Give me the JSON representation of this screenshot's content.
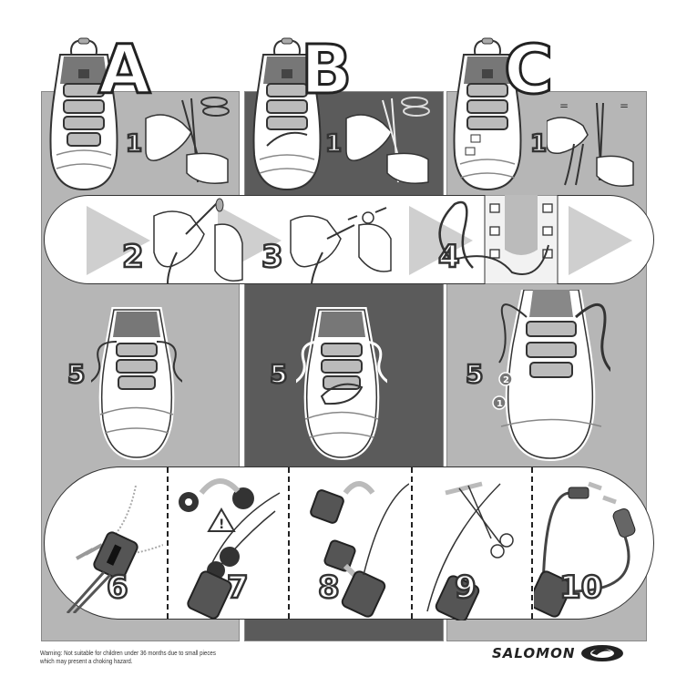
{
  "document": {
    "type": "instruction-sheet",
    "brand": "SALOMON",
    "colors": {
      "light_panel": "#b6b6b6",
      "dark_panel": "#5b5b5b",
      "banner_bg": "#ffffff",
      "outline": "#222222",
      "arrow_tri": "#cfcfcf"
    }
  },
  "columns": [
    {
      "letter": "A",
      "step1": "1",
      "step5": "5",
      "variant": "light"
    },
    {
      "letter": "B",
      "step1": "1",
      "step5": "5",
      "variant": "dark"
    },
    {
      "letter": "C",
      "step1": "1",
      "step5": "5",
      "variant": "light"
    }
  ],
  "banner_top": {
    "steps": [
      {
        "number": "2",
        "illustration": "hands-threading-lace-through-needle"
      },
      {
        "number": "3",
        "illustration": "hands-pulling-lace-end"
      },
      {
        "number": "4",
        "illustration": "lace-loop-through-shoe-eyelets"
      }
    ],
    "arrow_icon": "play-triangle"
  },
  "banner_bottom": {
    "steps": [
      {
        "number": "6",
        "illustration": "lace-lock-slide-up"
      },
      {
        "number": "7",
        "illustration": "gear-swap-with-warning"
      },
      {
        "number": "8",
        "illustration": "lock-cap-insert"
      },
      {
        "number": "9",
        "illustration": "scissors-cut-lace"
      },
      {
        "number": "10",
        "illustration": "lace-end-cap-attach"
      }
    ],
    "warning_icon": "!"
  },
  "step5_C_markers": [
    "2",
    "1"
  ],
  "footer": {
    "warning_line1": "Warning: Not suitable for children under 36 months due to small pieces",
    "warning_line2": "which may present a choking hazard.",
    "logo_text": "SALOMON"
  }
}
